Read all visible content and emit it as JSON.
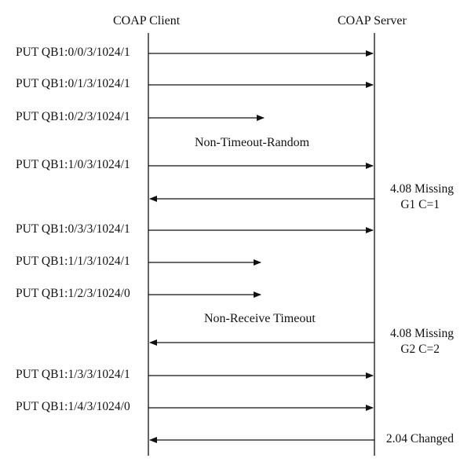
{
  "headers": {
    "client": "COAP Client",
    "server": "COAP Server"
  },
  "requests": [
    {
      "label": "PUT QB1:0/0/3/1024/1",
      "delivered": true
    },
    {
      "label": "PUT QB1:0/1/3/1024/1",
      "delivered": true
    },
    {
      "label": "PUT QB1:0/2/3/1024/1",
      "delivered": false
    },
    {
      "label": "PUT QB1:1/0/3/1024/1",
      "delivered": true
    },
    {
      "label": "PUT QB1:0/3/3/1024/1",
      "delivered": true
    },
    {
      "label": "PUT QB1:1/1/3/1024/1",
      "delivered": false
    },
    {
      "label": "PUT QB1:1/2/3/1024/0",
      "delivered": false
    },
    {
      "label": "PUT QB1:1/3/3/1024/1",
      "delivered": true
    },
    {
      "label": "PUT QB1:1/4/3/1024/0",
      "delivered": true
    }
  ],
  "notes": {
    "random": "Non-Timeout-Random",
    "receive": "Non-Receive Timeout"
  },
  "responses": [
    {
      "line1": "4.08 Missing",
      "line2": "G1 C=1"
    },
    {
      "line1": "4.08 Missing",
      "line2": "G2 C=2"
    },
    {
      "line1": "2.04 Changed",
      "line2": ""
    }
  ]
}
